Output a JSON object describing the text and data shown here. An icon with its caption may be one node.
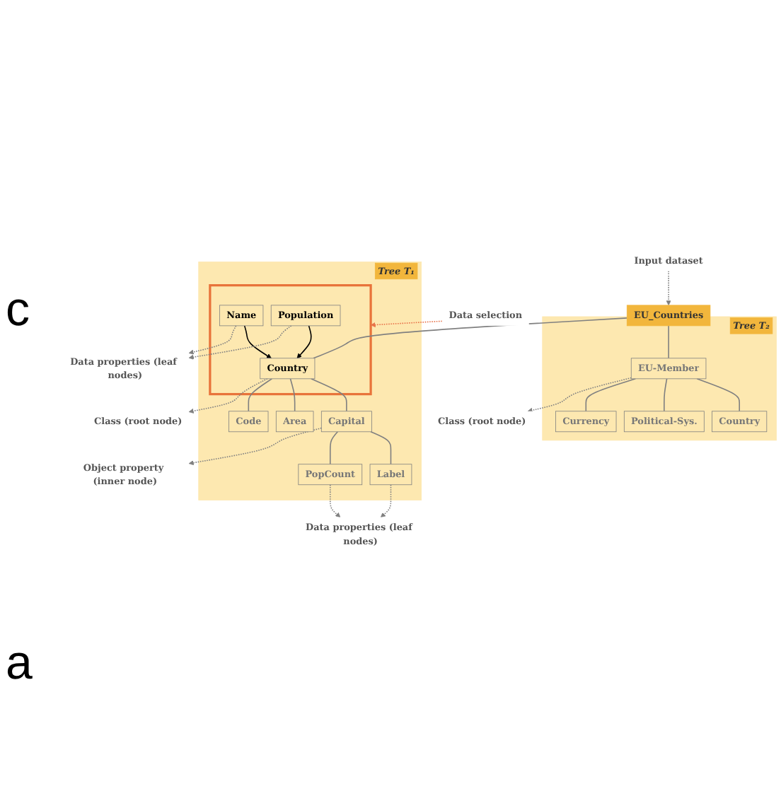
{
  "diagram": {
    "nodes": [
      {
        "text": [
          "Input dataset"
        ]
      },
      {
        "text": [
          "EU_Countries"
        ]
      },
      {
        "text": [
          "Tree T₁"
        ]
      },
      {
        "text": [],
        "shape": "box",
        "in": 2
      },
      {
        "text": [
          "Country"
        ],
        "in": 3
      },
      {
        "text": [
          "Name"
        ],
        "in": 3
      },
      {
        "text": [
          "Population"
        ],
        "in": 3
      },
      {
        "text": [
          "Capital"
        ],
        "in": 2
      },
      {
        "text": [
          "Label"
        ],
        "in": 2
      },
      {
        "text": [
          "PopCount"
        ],
        "in": 2
      },
      {
        "text": [
          "Area"
        ],
        "in": 2
      },
      {
        "text": [
          "Code"
        ],
        "in": 2
      },
      {
        "text": [
          "Tree T₂"
        ]
      },
      {
        "text": [
          "EU-Member"
        ],
        "in": 12
      },
      {
        "text": [
          "Country"
        ],
        "in": 12
      },
      {
        "text": [
          "Political-Sys."
        ],
        "in": 12
      },
      {
        "text": [
          "Currency"
        ],
        "in": 12
      },
      {
        "text": [
          "Data selection"
        ]
      },
      {
        "text": [
          "Class (root node)"
        ]
      },
      {
        "text": [
          "Data properties (leaf nodes)"
        ]
      },
      {
        "text": [
          "Object property (inner node)"
        ]
      },
      {
        "text": [
          "Data properties (leaf nodes)"
        ]
      },
      {
        "text": [
          "Class (root node)"
        ]
      }
    ],
    "edges": [
      {
        "from": 0,
        "to": 1,
        "arrow": "to",
        "style": "dashed"
      },
      {
        "from": 1,
        "to": 4,
        "arrow": "none"
      },
      {
        "from": 5,
        "to": 4,
        "arrow": "to",
        "color": "#000000"
      },
      {
        "from": 6,
        "to": 4,
        "arrow": "to",
        "color": "#000000"
      },
      {
        "from": 4,
        "to": 7,
        "arrow": "none"
      },
      {
        "from": 7,
        "to": 8,
        "arrow": "none"
      },
      {
        "from": 7,
        "to": 9,
        "arrow": "none"
      },
      {
        "from": 4,
        "to": 10,
        "arrow": "none"
      },
      {
        "from": 4,
        "to": 11,
        "arrow": "none"
      },
      {
        "from": 1,
        "to": 13,
        "arrow": "none"
      },
      {
        "from": 13,
        "to": 14,
        "arrow": "none"
      },
      {
        "from": 13,
        "to": 15,
        "arrow": "none"
      },
      {
        "from": 13,
        "to": 16,
        "arrow": "none"
      },
      {
        "from": 17,
        "to": 3,
        "arrow": "to",
        "style": "dashed",
        "color": "#e8734a"
      },
      {
        "from": 4,
        "to": 18,
        "arrow": "to",
        "style": "dashed"
      },
      {
        "from": 5,
        "to": 19,
        "arrow": "to",
        "style": "dashed"
      },
      {
        "from": 6,
        "to": 19,
        "arrow": "to",
        "style": "dashed"
      },
      {
        "from": 7,
        "to": 20,
        "arrow": "to",
        "style": "dashed"
      },
      {
        "from": 8,
        "to": 21,
        "arrow": "to",
        "style": "dashed"
      },
      {
        "from": 9,
        "to": 21,
        "arrow": "to",
        "style": "dashed"
      },
      {
        "from": 13,
        "to": 22,
        "arrow": "to",
        "style": "dashed"
      }
    ],
    "labels": [
      "c",
      "a"
    ]
  }
}
